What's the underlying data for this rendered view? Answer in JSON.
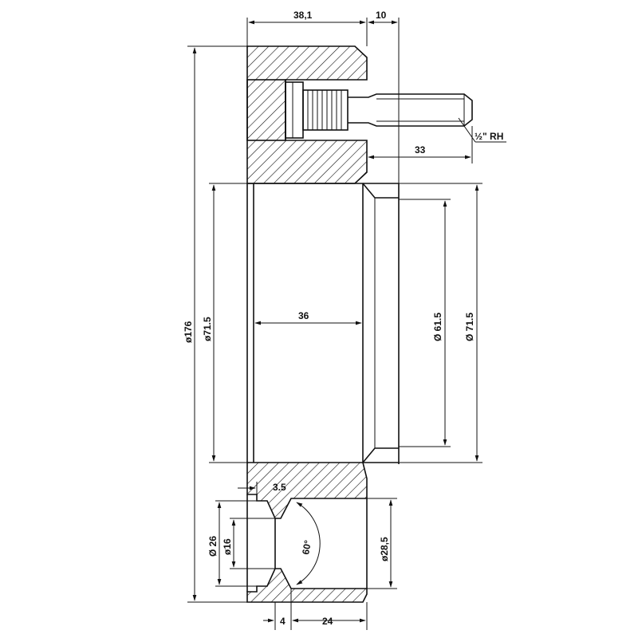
{
  "drawing": {
    "dimensions": {
      "width_top": "38,1",
      "flange_width": "10",
      "shaft_length": "33",
      "thread_spec": "½\" RH",
      "overall_diameter": "ø176",
      "bore_diameter_left": "ø71.5",
      "bore_width": "36",
      "step_diameter": "Ø 61.5",
      "bore_diameter_right": "Ø 71.5",
      "groove_width": "3.5",
      "diameter_26": "Ø 26",
      "diameter_16": "ø16",
      "angle": "60°",
      "diameter_28_5": "ø28,5",
      "bottom_offset": "4",
      "bottom_width": "24"
    },
    "colors": {
      "line": "#111111",
      "background": "#ffffff"
    }
  }
}
